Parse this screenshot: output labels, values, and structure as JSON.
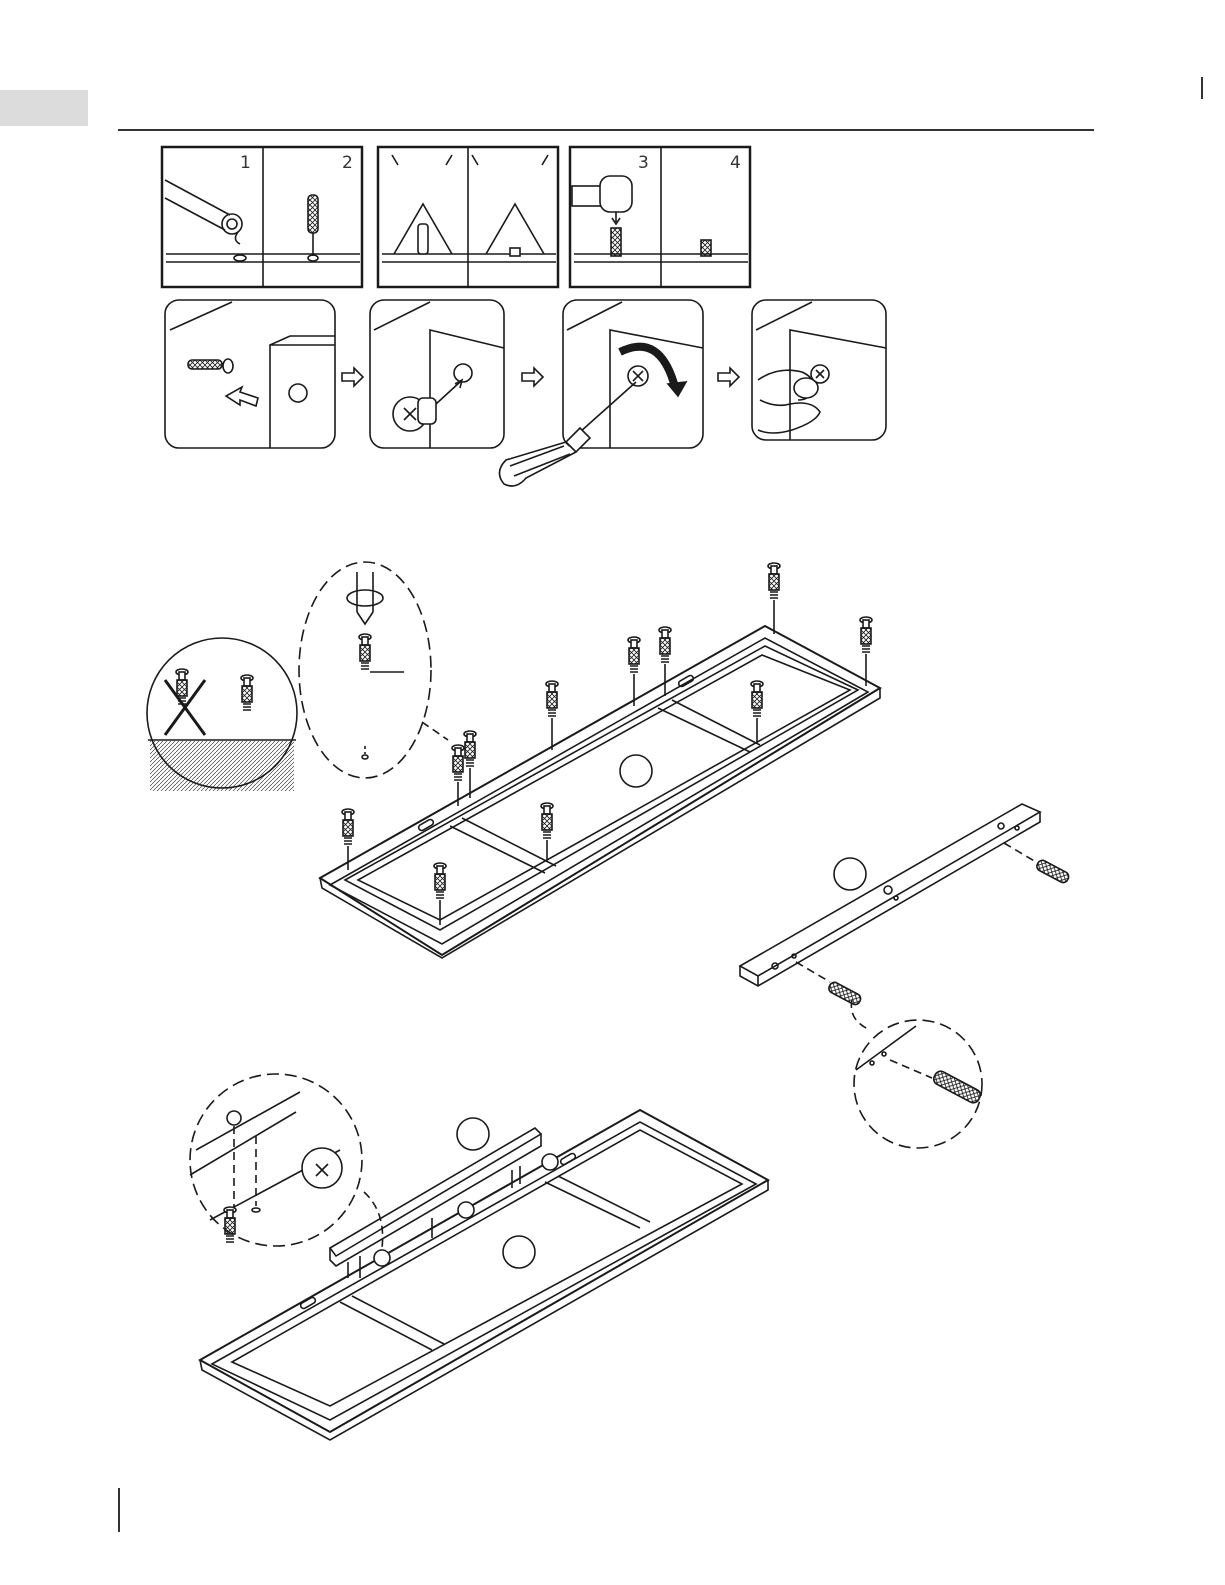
{
  "steps": {
    "step_1": "1",
    "step_2": "2",
    "step_3": "3",
    "step_4": "4"
  },
  "icons": {
    "glue": "glue-bottle-icon",
    "dowel": "wooden-dowel-icon",
    "hammer": "rubber-mallet-icon",
    "screwdriver": "screwdriver-icon",
    "cam_bolt": "cam-bolt-icon",
    "cam_lock": "cam-lock-icon"
  },
  "colors": {
    "line": "#1a1a1a",
    "tab": "#dcdcdc"
  }
}
